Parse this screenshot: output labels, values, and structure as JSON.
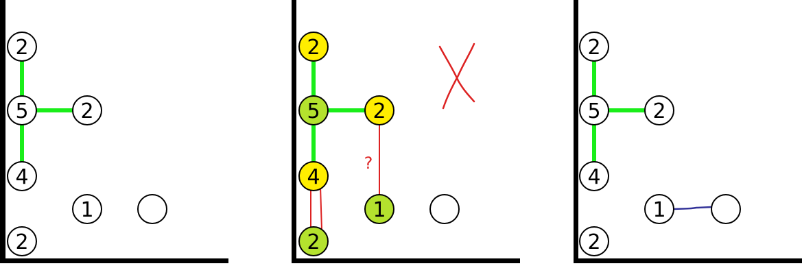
{
  "colors": {
    "frame": "#000000",
    "bridge": "#1aee1a",
    "node_plain": "#ffffff",
    "node_yellow": "#ffee00",
    "node_green": "#b4e22e",
    "red_ink": "#dd2222",
    "blue_ink": "#333399"
  },
  "panels": [
    {
      "nodes": [
        {
          "label": "2",
          "fill": "plain"
        },
        {
          "label": "5",
          "fill": "plain"
        },
        {
          "label": "2",
          "fill": "plain"
        },
        {
          "label": "4",
          "fill": "plain"
        },
        {
          "label": "1",
          "fill": "plain"
        },
        {
          "label": "",
          "fill": "plain"
        },
        {
          "label": "2",
          "fill": "plain"
        }
      ]
    },
    {
      "nodes": [
        {
          "label": "2",
          "fill": "yellow"
        },
        {
          "label": "5",
          "fill": "green"
        },
        {
          "label": "2",
          "fill": "yellow"
        },
        {
          "label": "4",
          "fill": "yellow"
        },
        {
          "label": "1",
          "fill": "green"
        },
        {
          "label": "",
          "fill": "plain"
        },
        {
          "label": "2",
          "fill": "green"
        }
      ],
      "annotation_question": "?"
    },
    {
      "nodes": [
        {
          "label": "2",
          "fill": "plain"
        },
        {
          "label": "5",
          "fill": "plain"
        },
        {
          "label": "2",
          "fill": "plain"
        },
        {
          "label": "4",
          "fill": "plain"
        },
        {
          "label": "1",
          "fill": "plain"
        },
        {
          "label": "",
          "fill": "plain"
        },
        {
          "label": "2",
          "fill": "plain"
        }
      ]
    }
  ]
}
